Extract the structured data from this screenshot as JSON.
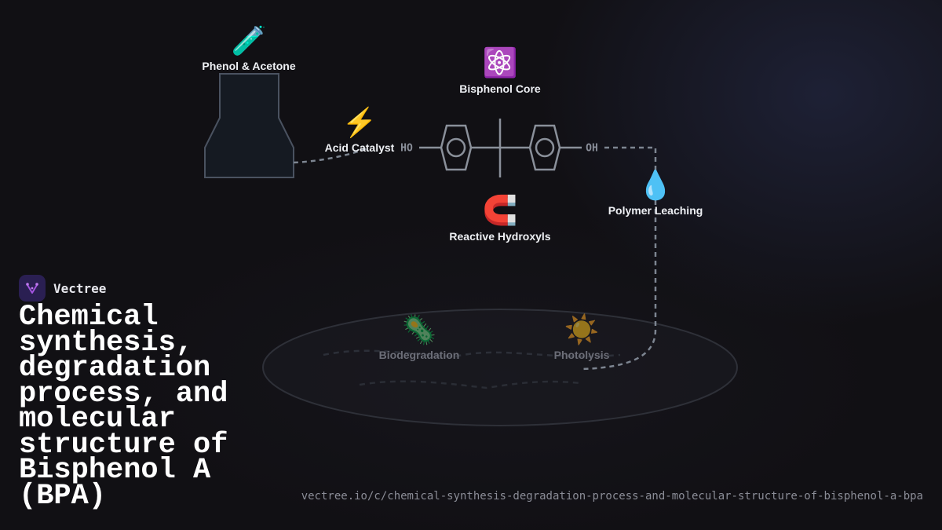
{
  "brand": {
    "name": "Vectree",
    "logo_icon": "sparkle-branch-icon",
    "accent": "#a455e0"
  },
  "title": "Chemical synthesis, degradation process, and molecular structure of Bisphenol A (BPA)",
  "url": "vectree.io/c/chemical-synthesis-degradation-process-and-molecular-structure-of-bisphenol-a-bpa",
  "nodes": {
    "phenol_acetone": {
      "label": "Phenol & Acetone",
      "icon": "test-tube-icon",
      "glyph": "🧪"
    },
    "acid_catalyst": {
      "label": "Acid Catalyst",
      "icon": "lightning-icon",
      "glyph": "⚡"
    },
    "bisphenol_core": {
      "label": "Bisphenol Core",
      "icon": "atom-icon",
      "glyph": "⚛️"
    },
    "reactive_hydroxyls": {
      "label": "Reactive Hydroxyls",
      "icon": "magnet-icon",
      "glyph": "🧲"
    },
    "polymer_leaching": {
      "label": "Polymer Leaching",
      "icon": "droplet-icon",
      "glyph": "💧"
    },
    "biodegradation": {
      "label": "Biodegradation",
      "icon": "microbe-icon",
      "glyph": "🦠"
    },
    "photolysis": {
      "label": "Photolysis",
      "icon": "sun-icon",
      "glyph": "☀️"
    }
  },
  "molecule": {
    "left_group": "HO",
    "right_group": "OH"
  },
  "colors": {
    "background": "#111014",
    "line": "#8a909a",
    "dashed_path": "#7d8591",
    "flask_fill": "#151a22",
    "flask_stroke": "#4a5260"
  }
}
